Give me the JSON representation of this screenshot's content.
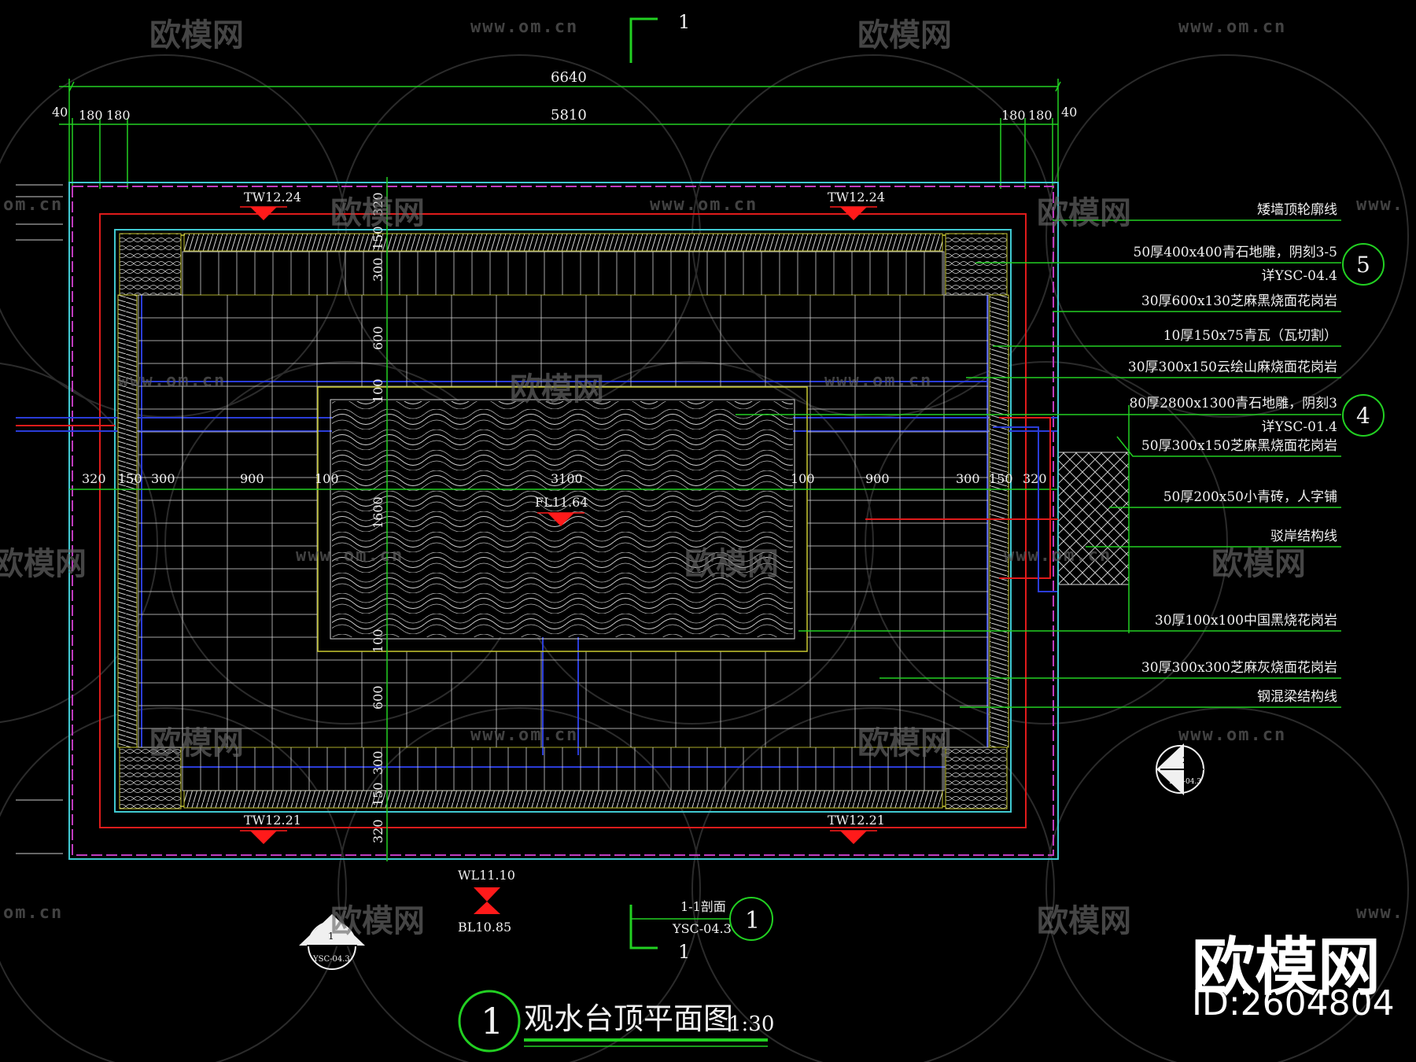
{
  "colors": {
    "background": "#000000",
    "dimension_line": "#22d022",
    "outline_cyan": "#3fc8d0",
    "outline_magenta": "#c03cc0",
    "red_line": "#e01b1b",
    "blue_line": "#2a3cd8",
    "yellow_line": "#c8c830",
    "grid_white": "#d8d8d8",
    "marker_red": "#ff1a1a",
    "text_white": "#f0f0f0"
  },
  "watermark": {
    "brand": "欧模网",
    "url": "www.om.cn",
    "url_partial": "om.cn",
    "url_left": "www.",
    "id": "ID:2604804"
  },
  "section_mark": {
    "top_number": "1",
    "bottom_number": "1",
    "label": "1-1剖面",
    "ref": "YSC-04.3",
    "circle": "1"
  },
  "dimensions": {
    "overall": "6640",
    "inner": "5810",
    "top_left": [
      "40",
      "180",
      "180"
    ],
    "top_right": [
      "180",
      "180",
      "40"
    ],
    "horizontal": [
      "320",
      "150",
      "300",
      "900",
      "100",
      "3100",
      "100",
      "900",
      "300",
      "150",
      "320"
    ],
    "vertical": [
      "320",
      "150",
      "300",
      "600",
      "100",
      "1600",
      "100",
      "600",
      "300",
      "150",
      "320"
    ]
  },
  "elevations": {
    "tw_top_left": "TW12.24",
    "tw_top_right": "TW12.24",
    "tw_bottom_left": "TW12.21",
    "tw_bottom_right": "TW12.21",
    "fl_center": "FL11.64",
    "wl": "WL11.10",
    "bl": "BL10.85"
  },
  "callouts": [
    "矮墙顶轮廓线",
    "50厚400x400青石地雕，阴刻3-5",
    "详YSC-04.4",
    "30厚600x130芝麻黑烧面花岗岩",
    "10厚150x75青瓦（瓦切割）",
    "30厚300x150云绘山麻烧面花岗岩",
    "80厚2800x1300青石地雕，阴刻3",
    "详YSC-01.4",
    "50厚300x150芝麻黑烧面花岗岩",
    "50厚200x50小青砖，人字铺",
    "驳岸结构线",
    "30厚100x100中国黑烧花岗岩",
    "30厚300x300芝麻灰烧面花岗岩",
    "钢混梁结构线"
  ],
  "callout_circles": [
    "5",
    "4"
  ],
  "index_symbols": {
    "left_top": "1",
    "left_bottom": "YSC-04.3",
    "right_top": "2",
    "right_bottom": "YSC-04.3"
  },
  "title": {
    "number": "1",
    "name": "观水台顶平面图",
    "scale": "1:30"
  }
}
